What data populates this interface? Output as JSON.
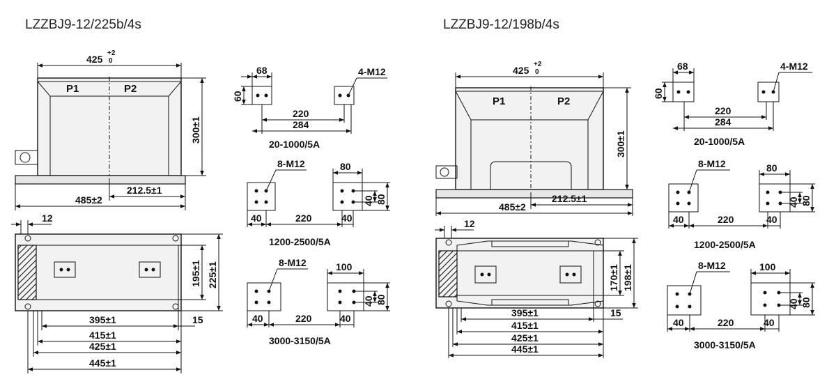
{
  "left": {
    "title": "LZZBJ9-12/225b/4s",
    "front": {
      "width": "425",
      "tol_upper": "+2",
      "tol_lower": "0",
      "terminal_1": "P1",
      "terminal_2": "P2",
      "height": "300±1",
      "half_base": "212.5±1",
      "base": "485±2"
    },
    "plan": {
      "offset": "12",
      "inner_w": "195±1",
      "outer_w": "225±1",
      "d1": "395±1",
      "d2": "415±1",
      "d3": "425±1",
      "d4": "445±1",
      "edge": "15"
    },
    "term_a": {
      "w": "68",
      "h": "60",
      "holes": "4-M12",
      "span1": "220",
      "span2": "284",
      "rating": "20-1000/5A"
    },
    "term_b": {
      "holes": "8-M12",
      "w": "80",
      "d1": "40",
      "d2": "80",
      "b1": "40",
      "span": "220",
      "b2": "40",
      "rating": "1200-2500/5A"
    },
    "term_c": {
      "holes": "8-M12",
      "w": "100",
      "d1": "40",
      "d2": "80",
      "b1": "40",
      "span": "220",
      "b2": "40",
      "rating": "3000-3150/5A"
    }
  },
  "right": {
    "title": "LZZBJ9-12/198b/4s",
    "front": {
      "width": "425",
      "tol_upper": "+2",
      "tol_lower": "0",
      "terminal_1": "P1",
      "terminal_2": "P2",
      "height": "300±1",
      "half_base": "212.5±1",
      "base": "485±2"
    },
    "plan": {
      "offset": "12",
      "inner_w": "170±1",
      "outer_w": "198±1",
      "d1": "395±1",
      "d2": "415±1",
      "d3": "425±1",
      "d4": "445±1",
      "edge": "15"
    },
    "term_a": {
      "w": "68",
      "h": "60",
      "holes": "4-M12",
      "span1": "220",
      "span2": "284",
      "rating": "20-1000/5A"
    },
    "term_b": {
      "holes": "8-M12",
      "w": "80",
      "d1": "40",
      "d2": "80",
      "b1": "40",
      "span": "220",
      "b2": "40",
      "rating": "1200-2500/5A"
    },
    "term_c": {
      "holes": "8-M12",
      "w": "100",
      "d1": "40",
      "d2": "80",
      "b1": "40",
      "span": "220",
      "b2": "40",
      "rating": "3000-3150/5A"
    }
  }
}
